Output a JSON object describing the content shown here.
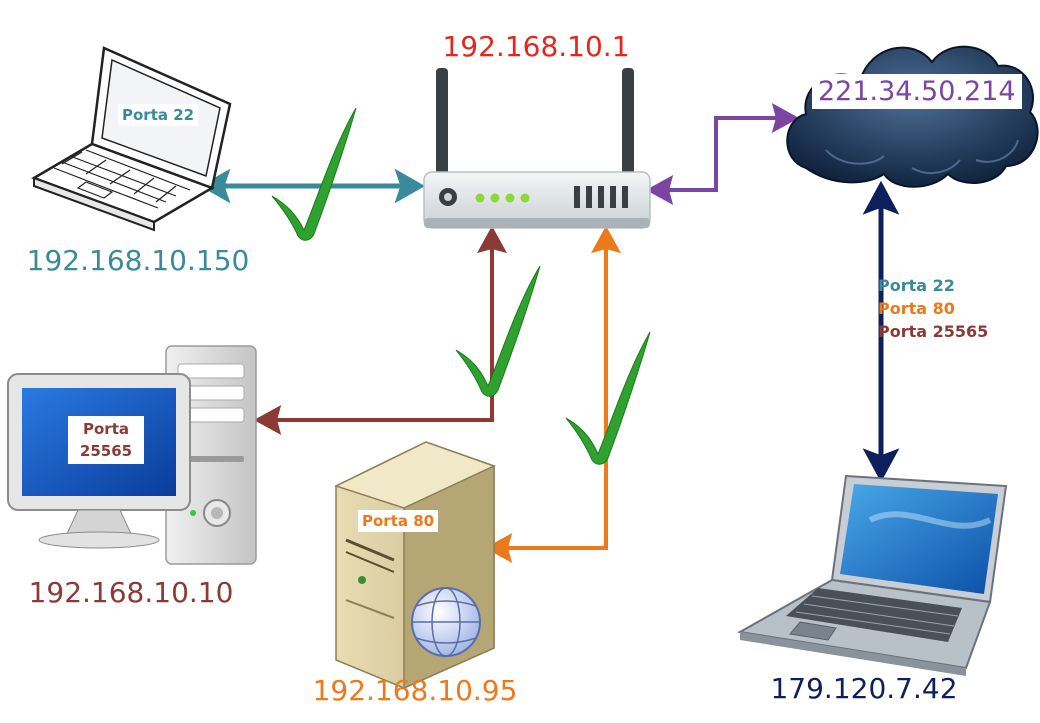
{
  "colors": {
    "teal": "#3a8a9a",
    "red": "#e5261f",
    "purple": "#7a45a3",
    "brown": "#8b3a36",
    "orange": "#ec7a1c",
    "navy": "#0d1f5c",
    "check": "#2fa12f"
  },
  "router": {
    "ip": "192.168.10.1",
    "icon": "wifi-router-icon"
  },
  "cloud": {
    "ip": "221.34.50.214",
    "icon": "internet-cloud-icon"
  },
  "laptop_left": {
    "ip": "192.168.10.150",
    "port": "Porta 22",
    "icon": "laptop-icon"
  },
  "desktop": {
    "ip": "192.168.10.10",
    "port_line1": "Porta",
    "port_line2": "25565",
    "icon": "desktop-computer-icon"
  },
  "server": {
    "ip": "192.168.10.95",
    "port": "Porta 80",
    "icon": "web-server-icon"
  },
  "laptop_remote": {
    "ip": "179.120.7.42",
    "icon": "laptop-icon"
  },
  "forwarded_ports": [
    "Porta 22",
    "Porta 80",
    "Porta 25565"
  ]
}
